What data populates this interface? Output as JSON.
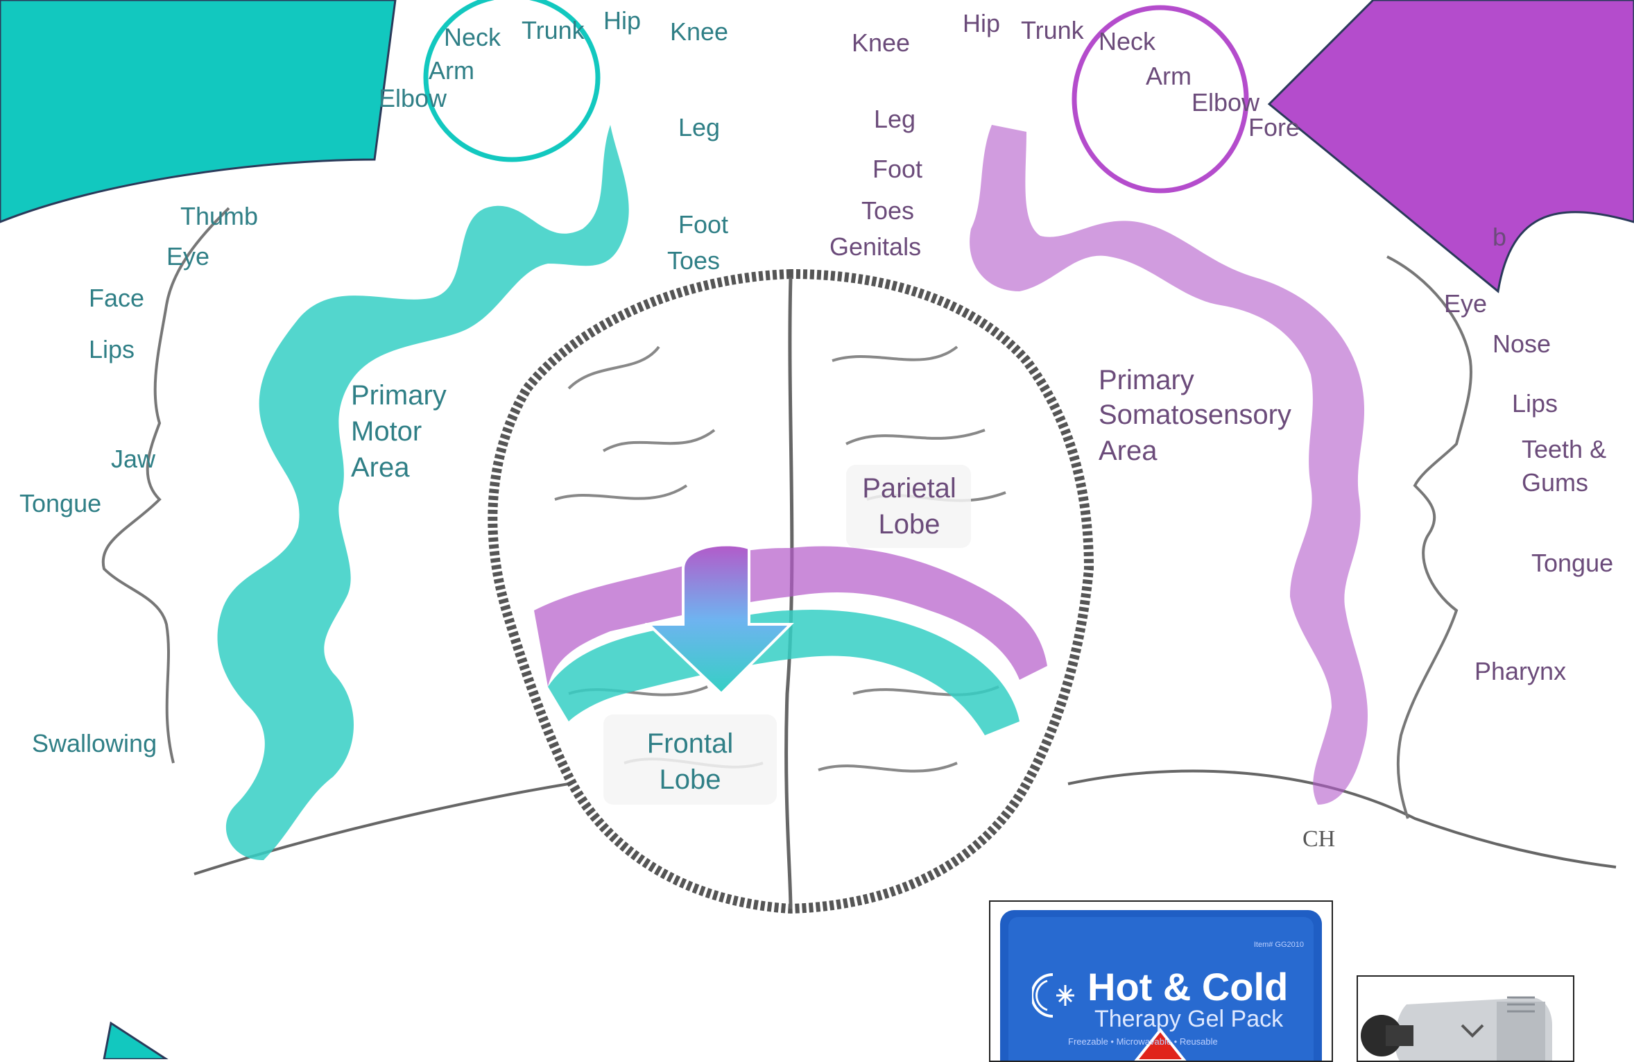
{
  "colors": {
    "motor": "#35cfc4",
    "sensory": "#b35ac9",
    "motor_text": "#2f7f86",
    "sensory_text": "#6b4b7a",
    "gel_pack_blue": "#1f5ec4",
    "arrow_red": "#e0241b"
  },
  "motor_homunculus": {
    "labels": [
      "Neck",
      "Trunk",
      "Hip",
      "Knee",
      "Arm",
      "Elbow",
      "Leg",
      "Thumb",
      "Foot",
      "Toes",
      "Eye",
      "Face",
      "Lips",
      "Jaw",
      "Tongue",
      "Swallowing"
    ],
    "area_label": [
      "Primary",
      "Motor",
      "Area"
    ]
  },
  "sensory_homunculus": {
    "labels": [
      "Hip",
      "Trunk",
      "Neck",
      "Knee",
      "Arm",
      "Elbow",
      "Fore",
      "Leg",
      "Foot",
      "Toes",
      "Genitals",
      "b",
      "Eye",
      "Nose",
      "Lips",
      "Teeth &",
      "Gums",
      "Tongue",
      "Pharynx"
    ],
    "area_label": [
      "Primary",
      "Somatosensory",
      "Area"
    ]
  },
  "brain": {
    "parietal": [
      "Parietal",
      "Lobe"
    ],
    "frontal": [
      "Frontal",
      "Lobe"
    ],
    "signature": "CH"
  },
  "gel_pack": {
    "title": "Hot & Cold",
    "subtitle": "Therapy Gel Pack",
    "tagline": "Freezable • Microwavable • Reusable",
    "id": "Item# GG2010",
    "icon": "snowflake-sun-icon"
  },
  "massage_gun": {
    "icon": "massage-gun-image"
  },
  "arrows": {
    "top_left": "curved-arrow-teal",
    "top_right": "curved-arrow-purple",
    "center": "gradient-down-arrow",
    "bottom_left": "curved-arrow-teal",
    "bottom": "red-arrow"
  }
}
